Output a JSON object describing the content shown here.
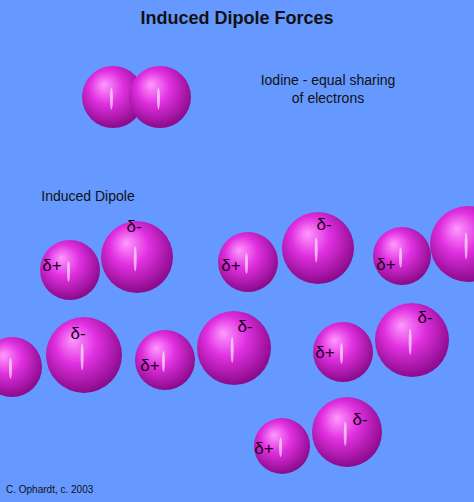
{
  "diagram": {
    "title": "Induced Dipole Forces",
    "caption": "C. Ophardt, c. 2003",
    "labels": [
      "Iodine - equal sharing of electrons",
      "Induced Dipole",
      "δ+",
      "δ-",
      "δ+",
      "δ-",
      "δ+",
      "δ-",
      "δ+",
      "δ-",
      "δ+",
      "δ-",
      "δ+",
      "δ-"
    ]
  }
}
